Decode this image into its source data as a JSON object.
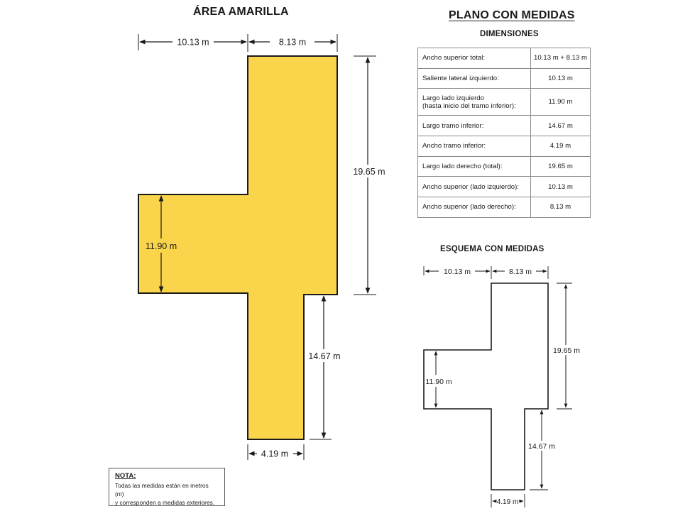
{
  "titles": {
    "left": "ÁREA AMARILLA",
    "right": "PLANO CON MEDIDAS",
    "dimensions": "DIMENSIONES",
    "sketch": "ESQUEMA CON MEDIDAS"
  },
  "colors": {
    "fill": "#FAD44A",
    "stroke": "#1a1a1a"
  },
  "main_labels": {
    "top_left": "10.13 m",
    "top_right": "8.13 m",
    "right_total": "19.65 m",
    "left_side": "11.90 m",
    "lower_right": "14.67 m",
    "bottom": "4.19 m"
  },
  "sketch_labels": {
    "top_left": "10.13 m",
    "top_right": "8.13 m",
    "right_total": "19.65 m",
    "left_side": "11.90 m",
    "lower_right": "14.67 m",
    "bottom": "4.19 m"
  },
  "table": {
    "rows": [
      {
        "label": "Ancho superior total:",
        "value": "10.13 m + 8.13 m"
      },
      {
        "label": "Saliente lateral izquierdo:",
        "value": "10.13 m"
      },
      {
        "label": "Largo lado izquierdo",
        "label2": "(hasta inicio del tramo inferior):",
        "value": "11.90 m"
      },
      {
        "label": "Largo tramo inferior:",
        "value": "14.67 m"
      },
      {
        "label": "Ancho tramo inferior:",
        "value": "4.19 m"
      },
      {
        "label": "Largo lado derecho (total):",
        "value": "19.65 m"
      },
      {
        "label": "Ancho superior (lado izquierdo):",
        "value": "10.13 m"
      },
      {
        "label": "Ancho superior (lado derecho):",
        "value": "8.13 m"
      }
    ]
  },
  "note": {
    "title": "NOTA:",
    "line1": "Todas las medidas están en metros (m)",
    "line2": "y corresponden a medidas exteriores."
  }
}
